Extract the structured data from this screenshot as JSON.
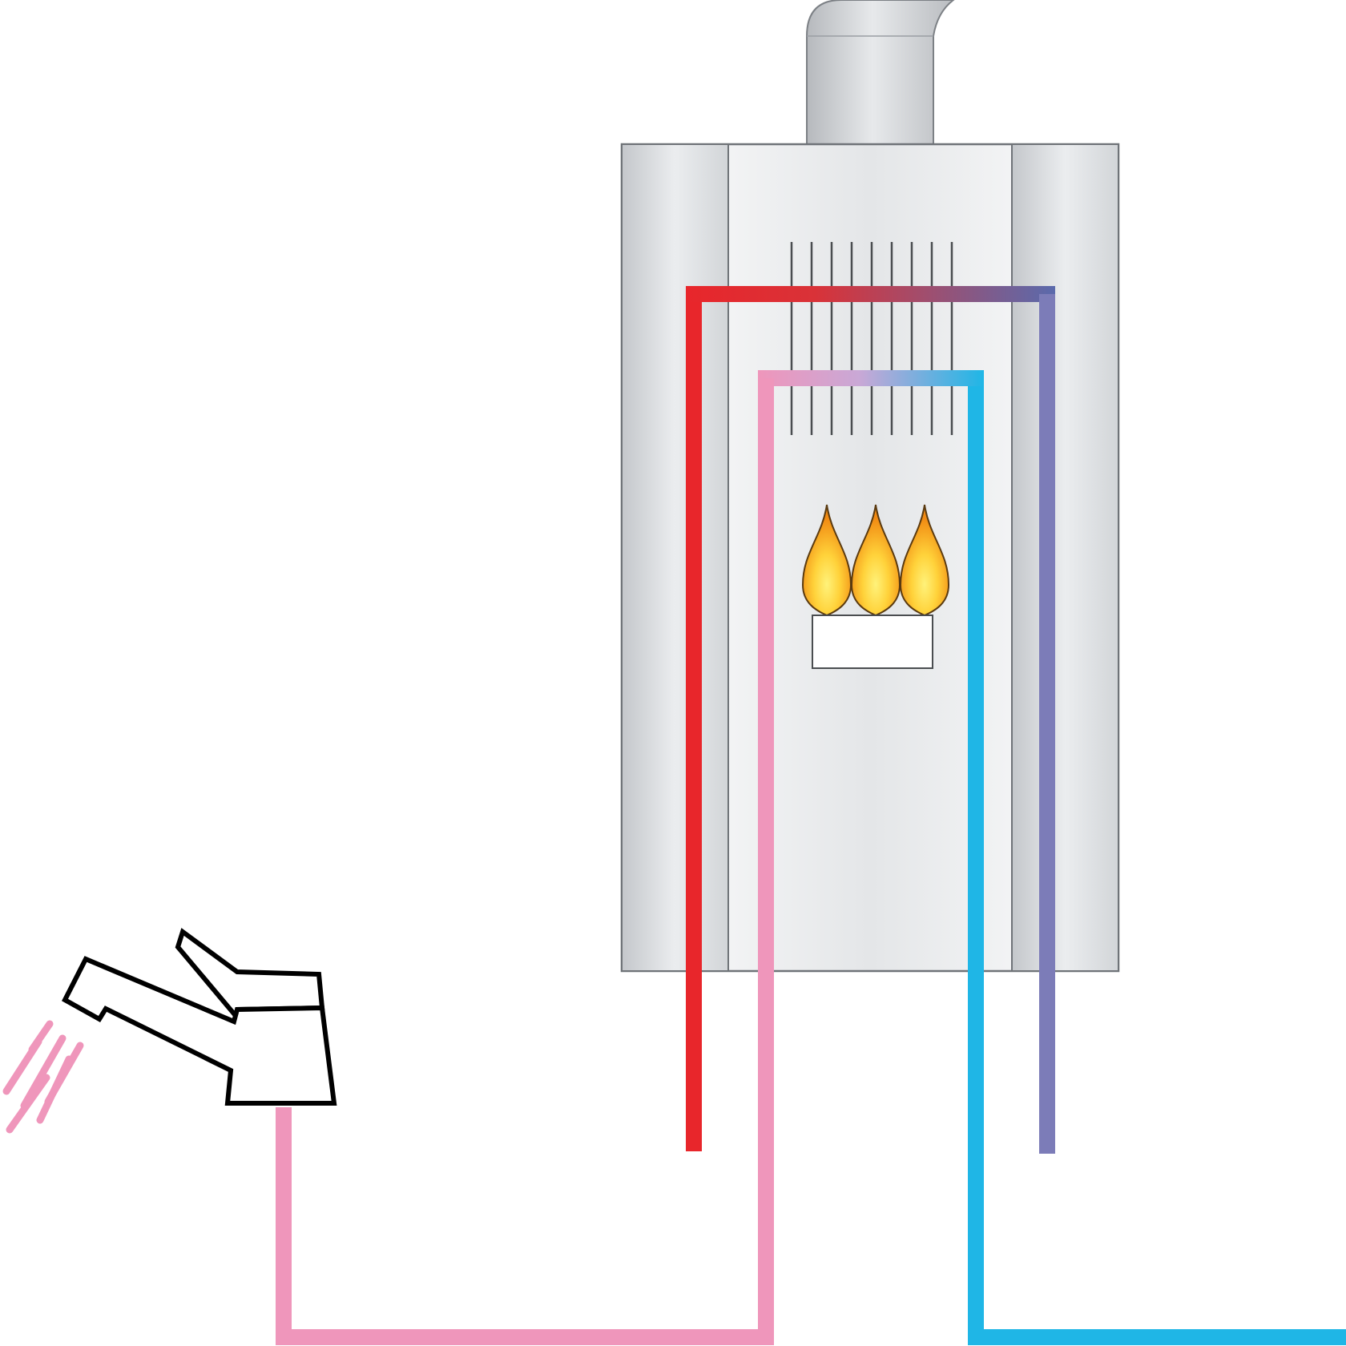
{
  "colors": {
    "background": "#ffffff",
    "hot_heating_pipe": "#e8262b",
    "return_heating_pipe": "#7c7cb8",
    "hot_water_pipe": "#ef96bb",
    "cold_water_pipe": "#1fb6e6",
    "boiler_casing": "#d9dcdf",
    "boiler_outline": "#6f7378",
    "flame_outer": "#f39c1a",
    "flame_inner": "#ffe35a",
    "faucet_outline": "#000000",
    "water_splash": "#ef96bb"
  },
  "components": {
    "flue": {
      "icon": "flue-pipe-icon"
    },
    "boiler": {
      "icon": "gas-boiler-icon"
    },
    "heat_exchanger": {
      "icon": "heat-exchanger-fins-icon",
      "fin_count": 9
    },
    "burner": {
      "icon": "gas-burner-icon",
      "flame_count": 3
    },
    "faucet": {
      "icon": "mixer-tap-icon",
      "state": "open"
    },
    "splash": {
      "icon": "water-splash-icon"
    }
  },
  "pipes": [
    {
      "id": "heating-flow",
      "color_key": "hot_heating_pipe"
    },
    {
      "id": "heating-return",
      "color_key": "return_heating_pipe"
    },
    {
      "id": "hot-water-out",
      "color_key": "hot_water_pipe"
    },
    {
      "id": "cold-water-in",
      "color_key": "cold_water_pipe"
    }
  ]
}
